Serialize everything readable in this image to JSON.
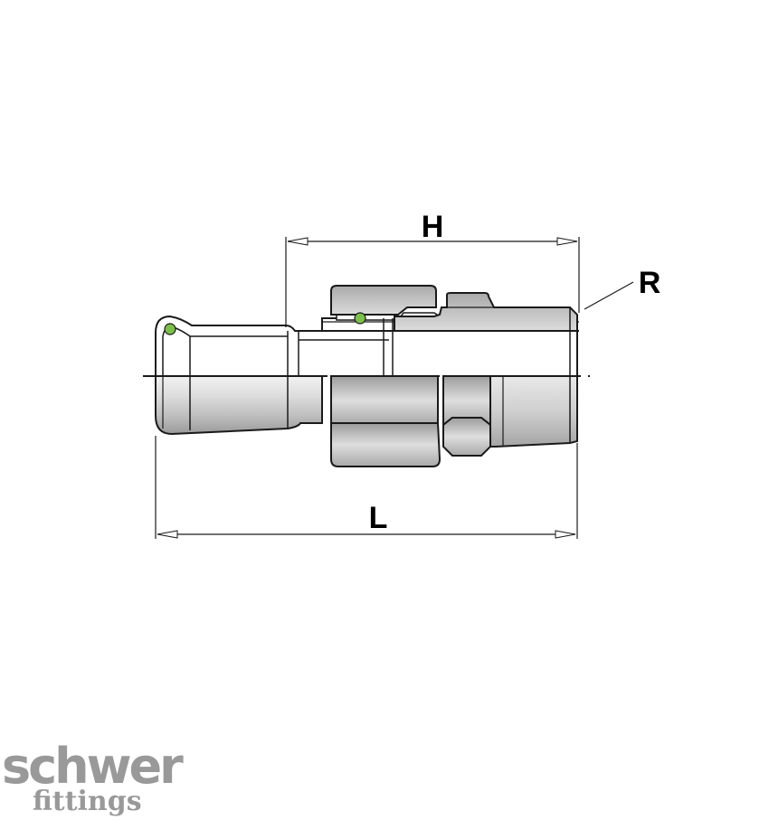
{
  "dimensions": {
    "height_label": "H",
    "length_label": "L",
    "thread_label": "R"
  },
  "logo": {
    "word": "schwer",
    "sub": "fittings"
  },
  "colors": {
    "outline": "#1a1a1a",
    "seal_ring": "#7cc04b",
    "metal_light": "#e4e4e4",
    "metal_mid": "#bcbcbc",
    "metal_dark": "#8c8c8c",
    "logo_gray": "#999999"
  }
}
